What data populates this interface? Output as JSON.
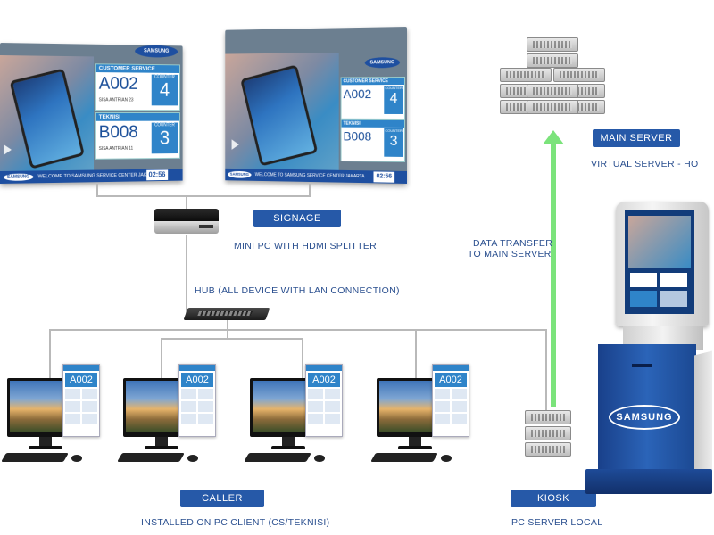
{
  "labels": {
    "signage": "SIGNAGE",
    "signage_sub": "MINI PC WITH HDMI SPLITTER",
    "hub": "HUB (ALL DEVICE WITH LAN CONNECTION)",
    "caller": "CALLER",
    "caller_sub": "INSTALLED ON PC CLIENT (CS/TEKNISI)",
    "kiosk": "KIOSK",
    "kiosk_sub": "PC SERVER LOCAL",
    "main_server": "MAIN SERVER",
    "main_server_sub": "VIRTUAL SERVER - HO",
    "data_transfer_1": "DATA TRANSFER",
    "data_transfer_2": "TO MAIN SERVER"
  },
  "signage_screen": {
    "brand": "SAMSUNG",
    "panel1_title": "CUSTOMER SERVICE",
    "panel1_number": "A002",
    "panel1_counter_label": "COUNTER",
    "panel1_counter": "4",
    "panel1_sub": "SISA ANTRIAN",
    "panel1_sub_val": "23",
    "panel2_title": "TEKNISI",
    "panel2_number": "B008",
    "panel2_counter_label": "COUNTER",
    "panel2_counter": "3",
    "panel2_sub": "SISA ANTRIAN",
    "panel2_sub_val": "11",
    "ticker": "WELCOME TO SAMSUNG SERVICE CENTER JAKARTA",
    "clock": "02:56"
  },
  "caller_screen": {
    "number": "A002"
  },
  "kiosk_brand": "SAMSUNG",
  "colors": {
    "label_bg": "#2659a8",
    "label_text": "#2a4f8f",
    "arrow": "#7be37b",
    "wire": "#b9b9b9",
    "samsung_blue": "#1e4fa0"
  }
}
